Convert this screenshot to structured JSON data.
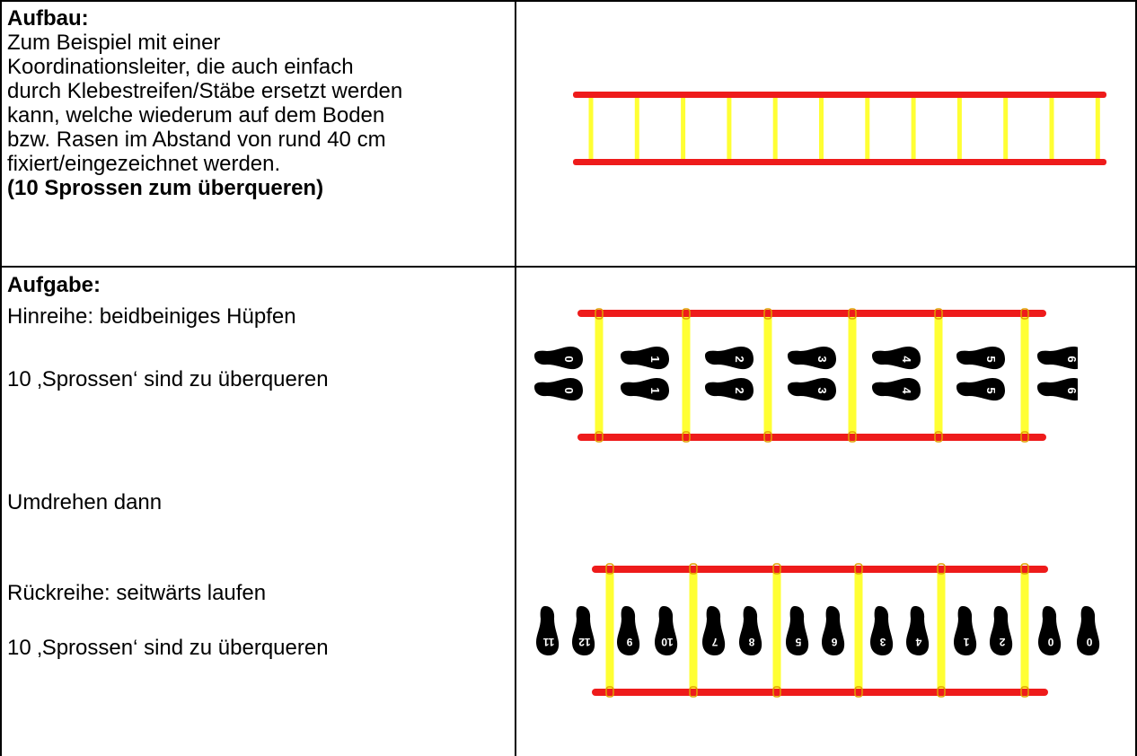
{
  "row1": {
    "heading": "Aufbau:",
    "lines": [
      "Zum Beispiel mit einer",
      "Koordinationsleiter, die auch einfach",
      "durch Klebestreifen/Stäbe ersetzt werden",
      "kann, welche wiederum auf dem Boden",
      "bzw. Rasen im Abstand von rund 40 cm",
      "fixiert/eingezeichnet werden."
    ],
    "note": "(10 Sprossen zum überqueren)"
  },
  "row2": {
    "heading": "Aufgabe:",
    "hinreihe": "Hinreihe: beidbeiniges Hüpfen",
    "sprossen_1": "10 ‚Sprossen‘ sind zu überqueren",
    "umdrehen": "Umdrehen dann",
    "rueckreihe": "Rückreihe: seitwärts laufen",
    "sprossen_2": "10 ‚Sprossen‘ sind zu überqueren"
  },
  "diagram_hin": {
    "foot_numbers": [
      "0",
      "1",
      "2",
      "3",
      "4",
      "5",
      "6"
    ]
  },
  "diagram_rueck": {
    "foot_numbers": [
      "11",
      "12",
      "9",
      "10",
      "7",
      "8",
      "5",
      "6",
      "3",
      "4",
      "1",
      "2",
      "0",
      "0"
    ]
  },
  "colors": {
    "rail": "#ee1b1b",
    "rung": "#ffff33",
    "foot": "#000000"
  }
}
